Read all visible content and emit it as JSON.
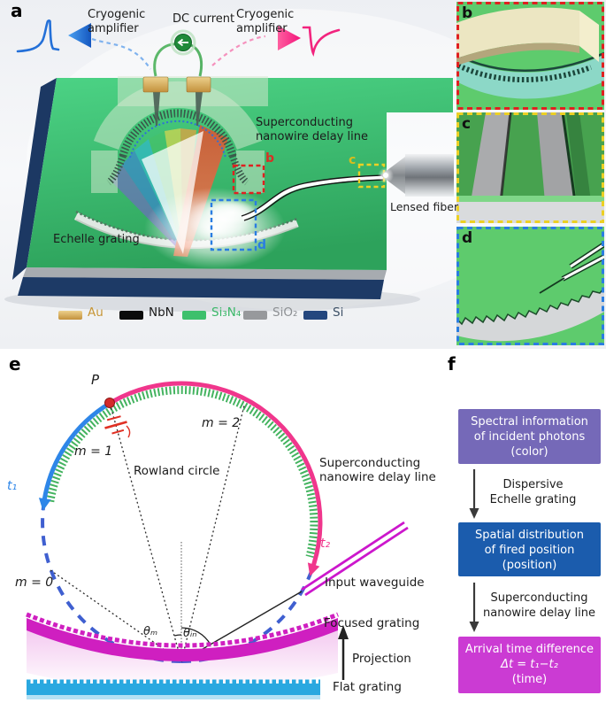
{
  "figure": {
    "panel_a": {
      "letter": "a",
      "amp_left": "Cryogenic\namplifier",
      "dc_current": "DC current",
      "amp_right": "Cryogenic\namplifier",
      "nanowire_label": "Superconducting\nnanowire delay line",
      "echelle_label": "Echelle grating",
      "lensed_fiber": "Lensed fiber",
      "callout_b": "b",
      "callout_c": "c",
      "callout_d": "d",
      "legend": [
        {
          "label": "Au",
          "swatch": "#d2a440",
          "text_color": "#c79636"
        },
        {
          "label": "NbN",
          "swatch": "#0b0b0b",
          "text_color": "#1a1a1a"
        },
        {
          "label": "Si₃N₄",
          "swatch": "#3dc06c",
          "text_color": "#3bb868"
        },
        {
          "label": "SiO₂",
          "swatch": "#97999c",
          "text_color": "#8d9093"
        },
        {
          "label": "Si",
          "swatch": "#24477e",
          "text_color": "#3d5166"
        }
      ]
    },
    "panel_b": {
      "letter": "b"
    },
    "panel_c": {
      "letter": "c"
    },
    "panel_d": {
      "letter": "d"
    },
    "panel_e": {
      "letter": "e",
      "point_p": "P",
      "m1": "m = 1",
      "m2": "m = 2",
      "m0": "m = 0",
      "rowland": "Rowland circle",
      "snwdl": "Superconducting\nnanowire delay line",
      "t1": "t₁",
      "t2": "t₂",
      "input_waveguide": "Input waveguide",
      "focused_grating": "Focused grating",
      "projection": "Projection",
      "flat_grating": "Flat grating",
      "theta_m": "θₘ",
      "theta_in": "θᵢₙ"
    },
    "panel_f": {
      "letter": "f",
      "box1": {
        "l1": "Spectral information",
        "l2": "of incident photons",
        "l3": "(color)",
        "color": "#7569b8"
      },
      "arrow1_label": "Dispersive\nEchelle grating",
      "box2": {
        "l1": "Spatial distribution",
        "l2": "of fired position",
        "l3": "(position)",
        "color": "#1b5cad"
      },
      "arrow2_label": "Superconducting\nnanowire delay line",
      "box3": {
        "l1": "Arrival time difference",
        "l2": "Δt = t₁−t₂",
        "l3": "(time)",
        "color": "#cb3bd3"
      }
    },
    "icons": {
      "amp_left_triangle": "◀",
      "amp_right_triangle": "▶",
      "dc_current_arrow": "←",
      "flow_arrow": "↓",
      "projection_arrow": "↑"
    },
    "colors": {
      "chip_green": "#3cc06a",
      "membrane": "#d7ebd2",
      "gold": "#d2a440",
      "navy": "#1d3a66",
      "silver": "#9aa0a6",
      "red_callout": "#e02020",
      "yellow_callout": "#ecd024",
      "blue_callout": "#2a7de1",
      "blue_arc": "#2e86e8",
      "pink_arc": "#f0368c",
      "green_coil": "#43b35f",
      "dashed_circle": "#3f5fd0",
      "magenta_grating": "#cf1fc0",
      "cyan_grating": "#29a8e0"
    }
  }
}
